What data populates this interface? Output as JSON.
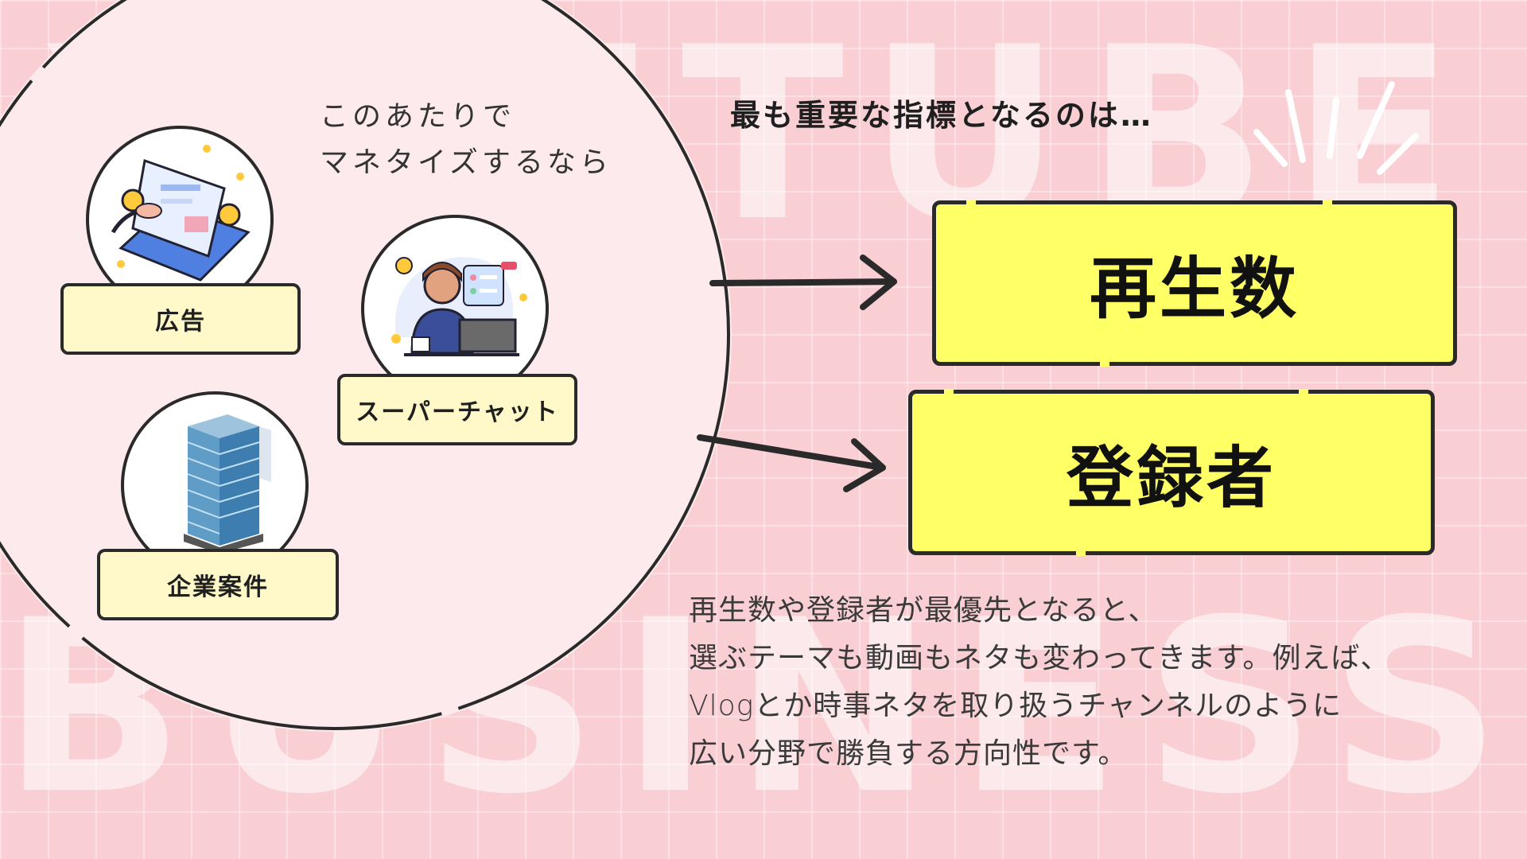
{
  "watermark": {
    "line1": "YOUTUBE",
    "line2": "BUSINESS"
  },
  "intro": "このあたりで\nマネタイズするなら",
  "monetization": [
    {
      "label": "広告",
      "icon": "laptop-ads-icon"
    },
    {
      "label": "スーパーチャット",
      "icon": "livestream-person-icon"
    },
    {
      "label": "企業案件",
      "icon": "office-building-icon"
    }
  ],
  "headline": "最も重要な指標となるのは…",
  "metrics": [
    {
      "label": "再生数"
    },
    {
      "label": "登録者"
    }
  ],
  "body": "再生数や登録者が最優先となると、\n選ぶテーマも動画もネタも変わってきます。例えば、\nVlogとか時事ネタを取り扱うチャンネルのように\n広い分野で勝負する方向性です。",
  "colors": {
    "background": "#f9cfd4",
    "highlight": "#ffff66",
    "label_fill": "#fff8c8",
    "ink": "#2a2a2a"
  }
}
